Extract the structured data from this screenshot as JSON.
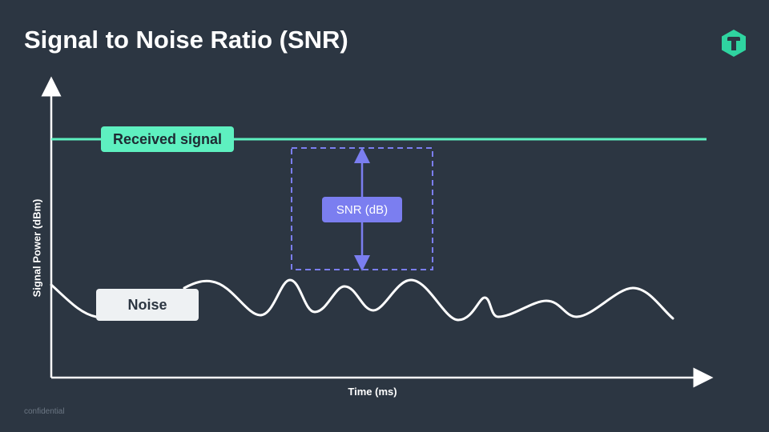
{
  "title": "Signal to Noise Ratio (SNR)",
  "labels": {
    "received": "Received signal",
    "noise": "Noise",
    "snr": "SNR (dB)"
  },
  "axes": {
    "y": "Signal Power (dBm)",
    "x": "Time (ms)"
  },
  "footer": "confidential",
  "colors": {
    "background": "#2c3642",
    "signal": "#5ef0c0",
    "snr": "#7b7ef0",
    "noise": "#ffffff"
  }
}
